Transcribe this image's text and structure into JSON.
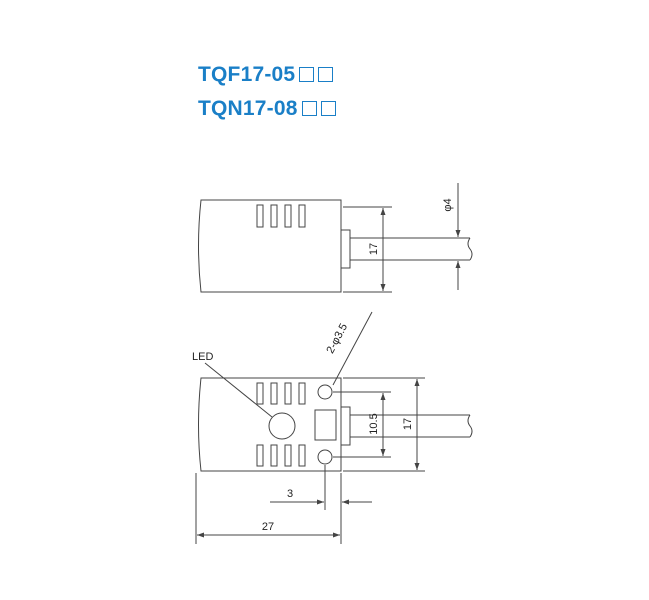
{
  "titles": [
    {
      "model": "TQF17-05"
    },
    {
      "model": "TQN17-08"
    }
  ],
  "colors": {
    "title": "#1a7fc7",
    "drawing": "#444444"
  },
  "icons": {
    "placeholder_box": "square-outline-icon"
  },
  "side_view": {
    "height_dimension": "17",
    "cable_dimension": "φ4"
  },
  "front_view": {
    "led_label": "LED",
    "mounting_holes_dimension": "2-φ3.5",
    "hole_spacing_dimension": "10.5",
    "height_dimension": "17",
    "hole_offset_dimension": "3",
    "width_dimension": "27"
  }
}
